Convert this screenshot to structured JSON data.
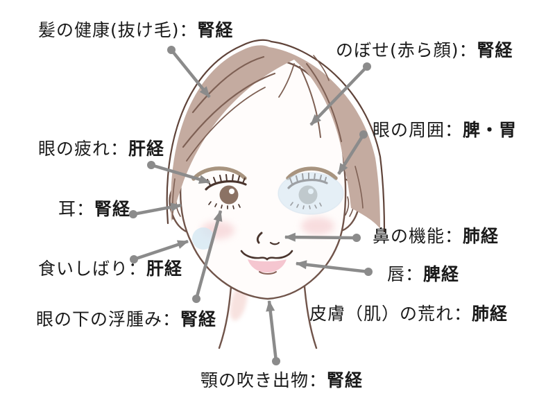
{
  "labels": [
    {
      "id": "hair",
      "text": "髪の健康(抜け毛)：",
      "meridian": "腎経"
    },
    {
      "id": "flush",
      "text": "のぼせ(赤ら顔)：",
      "meridian": "腎経"
    },
    {
      "id": "eyefat",
      "text": "眼の疲れ：",
      "meridian": "肝経"
    },
    {
      "id": "eyearea",
      "text": "眼の周囲：",
      "meridian": "脾・胃"
    },
    {
      "id": "ear",
      "text": "耳：",
      "meridian": "腎経"
    },
    {
      "id": "nose",
      "text": "鼻の機能：",
      "meridian": "肺経"
    },
    {
      "id": "clench",
      "text": "食いしばり：",
      "meridian": "肝経"
    },
    {
      "id": "lips",
      "text": "唇：",
      "meridian": "脾経"
    },
    {
      "id": "undereye",
      "text": "眼の下の浮腫み：",
      "meridian": "腎経"
    },
    {
      "id": "skin",
      "text": "皮膚（肌）の荒れ：",
      "meridian": "肺経"
    },
    {
      "id": "chin",
      "text": "顎の吹き出物：",
      "meridian": "腎経"
    }
  ],
  "colors": {
    "bg": "#ffffff",
    "text": "#1a1a1a",
    "arrow": "#8b8b8b",
    "hair_fill": "#c4aba0",
    "hair_line": "#5f4339",
    "hair_strand": "#7e6054",
    "skin_fill": "#fffcfb",
    "face_line": "#70544a",
    "feature_dark": "#4a352e",
    "iris_left": "#8b7264",
    "iris_right": "#a39e94",
    "brow": "#a8947f",
    "blush": "#f6d3d5",
    "lip_fill": "#f5c6d0",
    "highlight_blue": "#d4e7f3",
    "neck_shadow": "#f7dfdc"
  }
}
